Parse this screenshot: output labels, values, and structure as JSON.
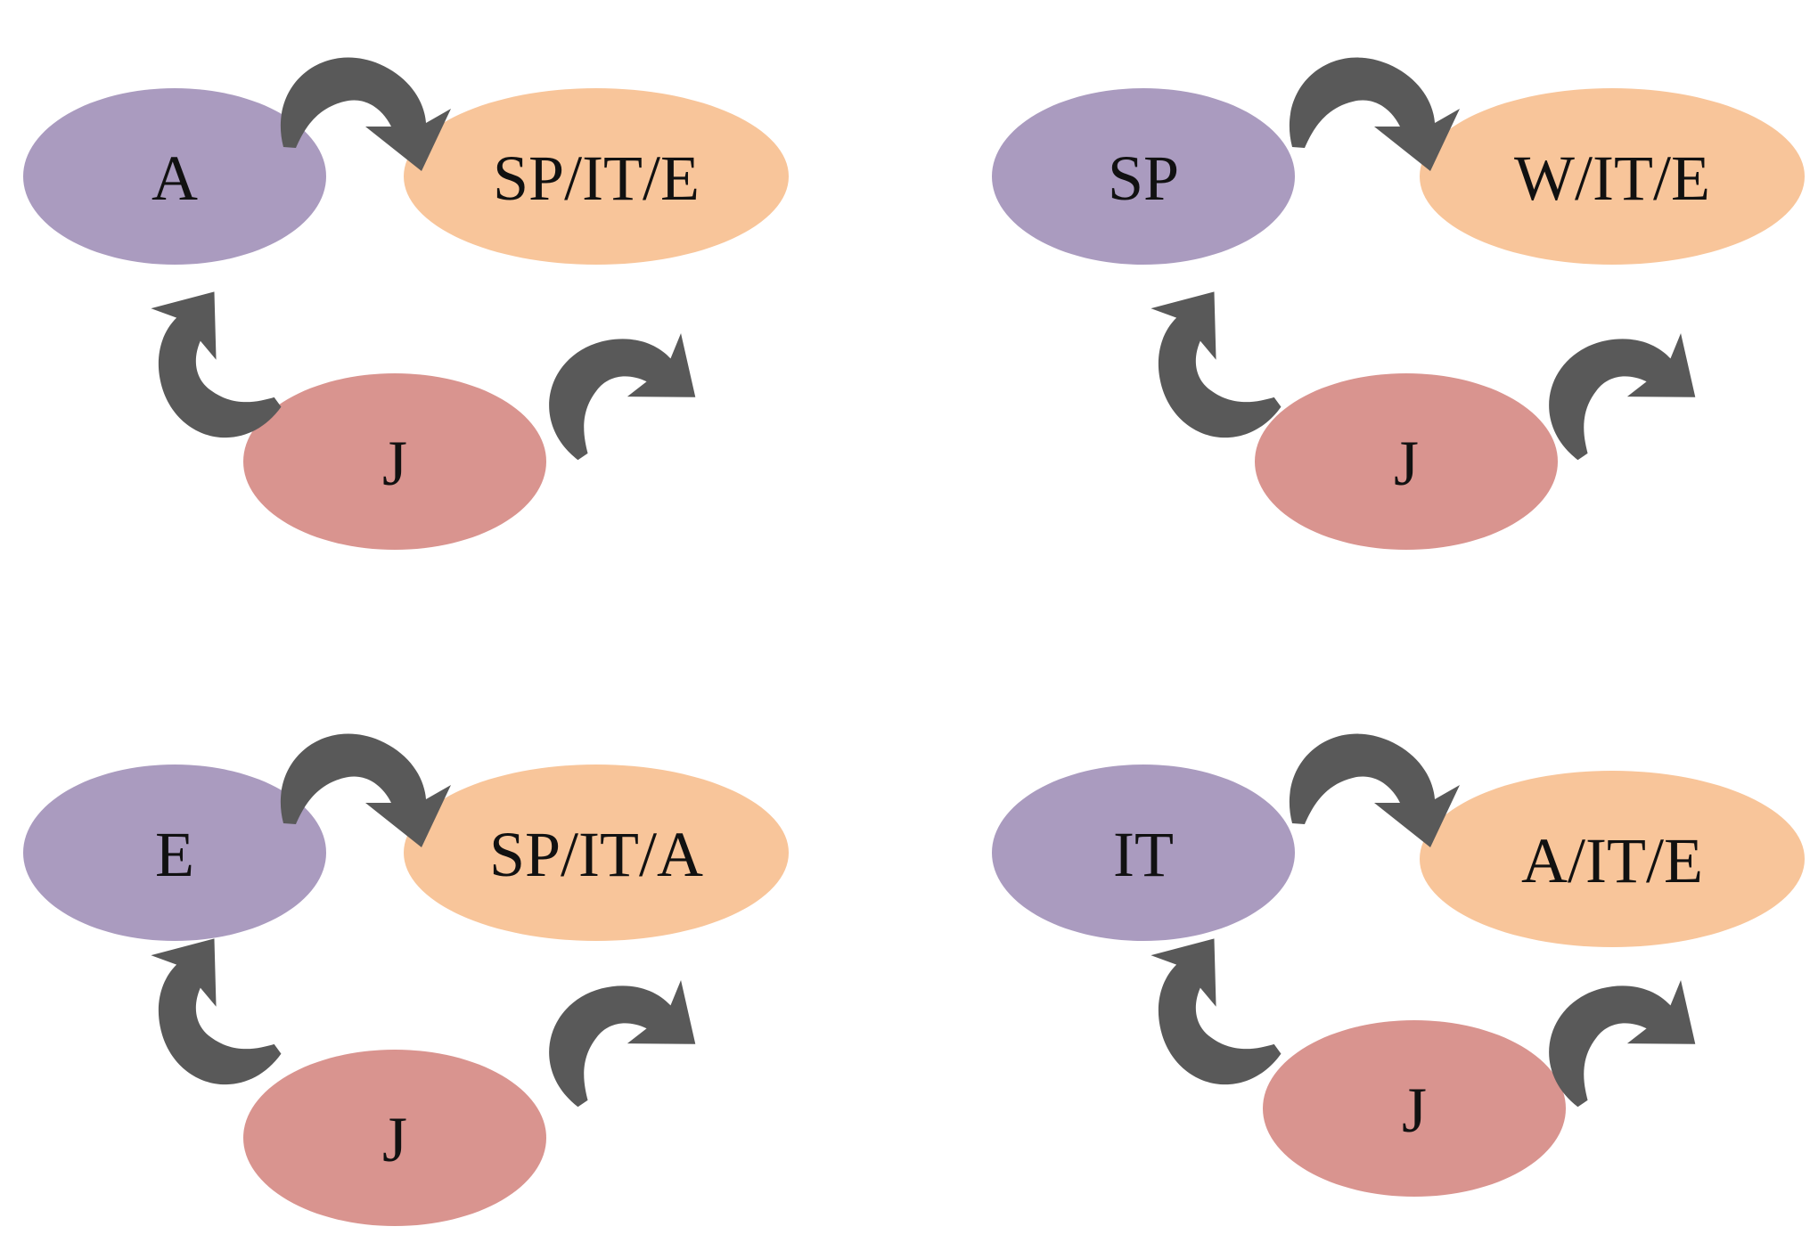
{
  "colors": {
    "purple": "#aa9bbf",
    "peach": "#f8c59a",
    "rose": "#d9948f",
    "arrow": "#595959",
    "text": "#111111",
    "background": "#ffffff"
  },
  "panels": [
    {
      "left": "A",
      "right": "SP/IT/E",
      "bottom": "J"
    },
    {
      "left": "SP",
      "right": "W/IT/E",
      "bottom": "J"
    },
    {
      "left": "E",
      "right": "SP/IT/A",
      "bottom": "J"
    },
    {
      "left": "IT",
      "right": "A/IT/E",
      "bottom": "J"
    }
  ]
}
